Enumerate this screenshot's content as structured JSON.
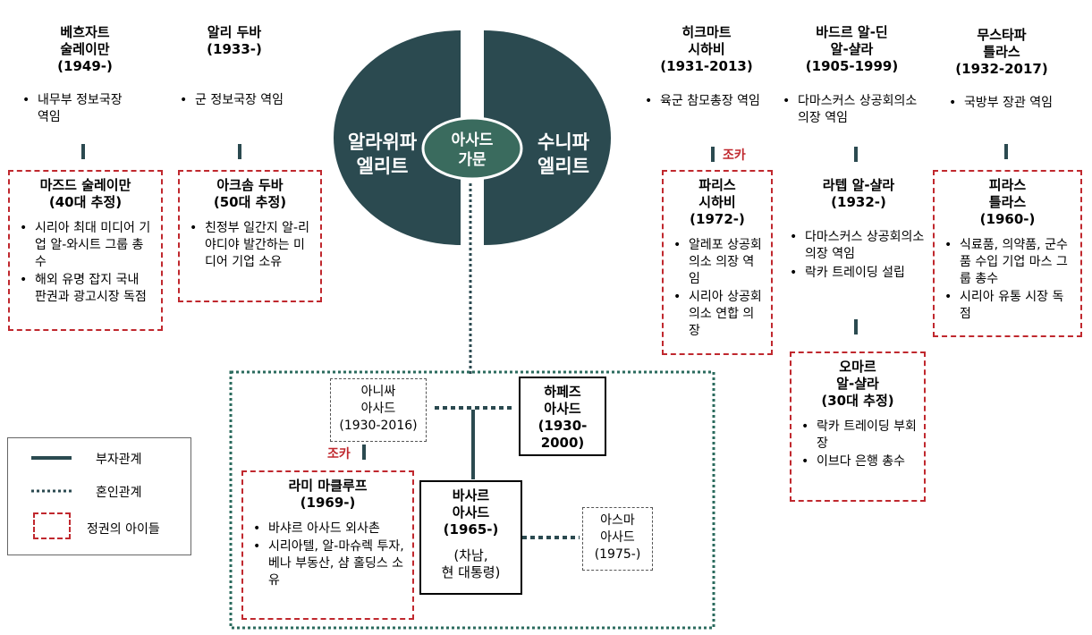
{
  "oval": {
    "left_label": [
      "알라위파",
      "엘리트"
    ],
    "right_label": [
      "수니파",
      "엘리트"
    ],
    "center_label": [
      "아사드",
      "가문"
    ],
    "colors": {
      "dark": "#2b4a50",
      "center": "#3a6b5e"
    }
  },
  "alawite": [
    {
      "name_lines": [
        "베흐자트",
        "술레이만",
        "(1949-)"
      ],
      "bullets": [
        "내무부 정보국장 역임"
      ],
      "child": {
        "name_lines": [
          "마즈드 술레이만",
          "(40대 추정)"
        ],
        "bullets": [
          "시리아 최대 미디어 기업 알-와시트 그룹 총수",
          "해외 유명 잡지 국내 판권과 광고시장 독점"
        ]
      }
    },
    {
      "name_lines": [
        "알리 두바",
        "(1933-)"
      ],
      "bullets": [
        "군 정보국장 역임"
      ],
      "child": {
        "name_lines": [
          "아크솜 두바",
          "(50대 추정)"
        ],
        "bullets": [
          "친정부 일간지 알-리야디야 발간하는 미디어 기업 소유"
        ]
      }
    }
  ],
  "sunni": [
    {
      "name_lines": [
        "히크마트",
        "시하비",
        "(1931-2013)"
      ],
      "bullets": [
        "육군 참모총장 역임"
      ],
      "relation": "조카",
      "child": {
        "name_lines": [
          "파리스",
          "시하비",
          "(1972-)"
        ],
        "bullets": [
          "알레포 상공회의소 의장 역임",
          "시리아 상공회의소 연합 의장"
        ]
      }
    },
    {
      "name_lines": [
        "바드르 알-딘",
        "알-샬라",
        "(1905-1999)"
      ],
      "bullets": [
        "다마스커스 상공회의소 의장 역임"
      ],
      "child": {
        "name_lines": [
          "라텝 알-샬라",
          "(1932-)"
        ],
        "bullets": [
          "다마스커스 상공회의소 의장 역임",
          "락카 트레이딩 설립"
        ]
      },
      "grandchild": {
        "name_lines": [
          "오마르",
          "알-샬라",
          "(30대 추정)"
        ],
        "bullets": [
          "락카 트레이딩 부회장",
          "이브다 은행 총수"
        ]
      }
    },
    {
      "name_lines": [
        "무스타파",
        "틀라스",
        "(1932-2017)"
      ],
      "bullets": [
        "국방부 장관 역임"
      ],
      "child": {
        "name_lines": [
          "피라스",
          "틀라스",
          "(1960-)"
        ],
        "bullets": [
          "식료품, 의약품, 군수품 수입 기업 마스 그룹 총수",
          "시리아 유통 시장 독점"
        ]
      }
    }
  ],
  "assad": {
    "anisa": [
      "아니싸",
      "아사드",
      "(1930-2016)"
    ],
    "hafez": [
      "하페즈",
      "아사드",
      "(1930-",
      "2000)"
    ],
    "relation": "조카",
    "rami": {
      "name_lines": [
        "라미 마클루프",
        "(1969-)"
      ],
      "bullets": [
        "바샤르 아사드 외사촌",
        "시리아텔, 알-마슈렉 투자, 베나 부동산, 샴 홀딩스 소유"
      ]
    },
    "bashar": [
      "바사르",
      "아사드",
      "(1965-)",
      "(차남,",
      "현 대통령)"
    ],
    "asma": [
      "아스마",
      "아사드",
      "(1975-)"
    ]
  },
  "legend": {
    "parent": "부자관계",
    "marriage": "혼인관계",
    "children": "정권의 아이들"
  }
}
